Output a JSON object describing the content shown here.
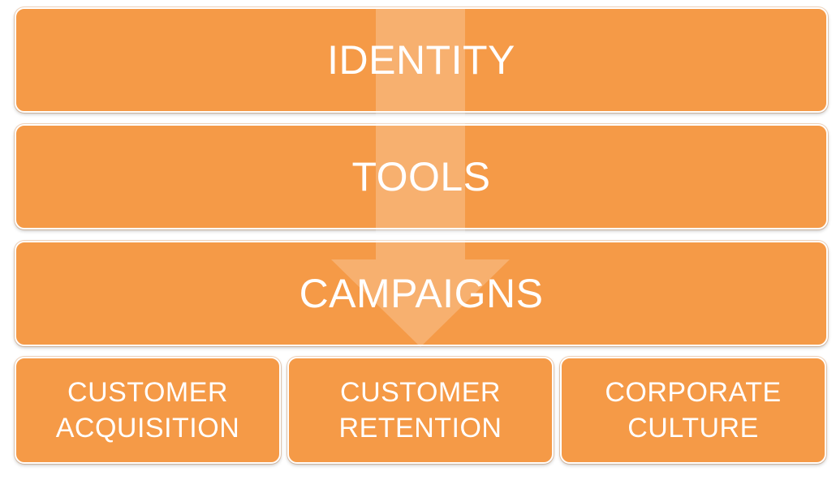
{
  "layers": {
    "identity": "IDENTITY",
    "tools": "TOOLS",
    "campaigns": "CAMPAIGNS"
  },
  "outcomes": {
    "acquisition": "CUSTOMER\nACQUISITION",
    "retention": "CUSTOMER\nRETENTION",
    "culture": "CORPORATE\nCULTURE"
  },
  "colors": {
    "box_fill": "#f59a47",
    "text": "#ffffff",
    "arrow_fill": "#f7b27a"
  },
  "icons": {
    "arrow": "down-arrow-icon"
  }
}
